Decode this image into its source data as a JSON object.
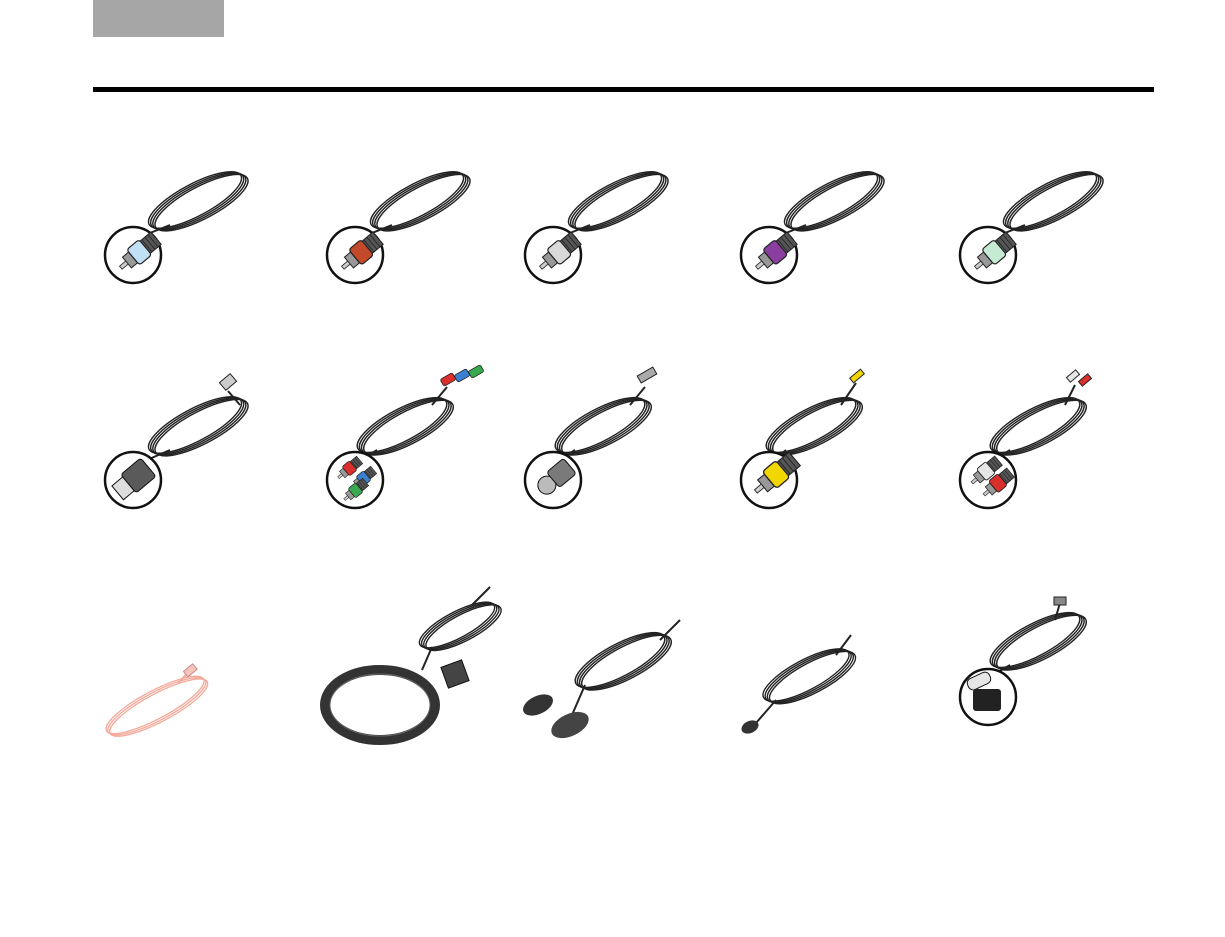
{
  "page": {
    "header_tab_color": "#a6a6a6",
    "rule_color": "#000000"
  },
  "cables": [
    {
      "id": "rca-light-blue",
      "type": "rca-single",
      "connector_colors": [
        "#bfe0f5"
      ]
    },
    {
      "id": "rca-red-brown",
      "type": "rca-single",
      "connector_colors": [
        "#c24a2a"
      ]
    },
    {
      "id": "rca-gray",
      "type": "rca-single",
      "connector_colors": [
        "#d9d9d9"
      ]
    },
    {
      "id": "rca-purple",
      "type": "rca-single",
      "connector_colors": [
        "#8a3fa0"
      ]
    },
    {
      "id": "rca-light-green",
      "type": "rca-single",
      "connector_colors": [
        "#c6ebd4"
      ]
    },
    {
      "id": "hdmi",
      "type": "hdmi",
      "connector_colors": [
        "#5a5a5a"
      ]
    },
    {
      "id": "component-video",
      "type": "rca-triple",
      "connector_colors": [
        "#d9302c",
        "#3a7fd0",
        "#39a84e"
      ]
    },
    {
      "id": "s-video",
      "type": "svideo",
      "connector_colors": [
        "#7a7a7a"
      ]
    },
    {
      "id": "composite-video",
      "type": "rca-single-large",
      "connector_colors": [
        "#f2d600"
      ]
    },
    {
      "id": "stereo-audio",
      "type": "rca-double",
      "connector_colors": [
        "#e6e6e6",
        "#d9302c"
      ]
    },
    {
      "id": "fm-antenna",
      "type": "fm-antenna",
      "connector_colors": [
        "#f4a99a"
      ]
    },
    {
      "id": "am-loop-antenna",
      "type": "loop-antenna",
      "connector_colors": [
        "#444444"
      ]
    },
    {
      "id": "adapt-iq-headset",
      "type": "headset",
      "connector_colors": [
        "#444444"
      ]
    },
    {
      "id": "ir-emitter",
      "type": "ir",
      "connector_colors": [
        "#444444"
      ]
    },
    {
      "id": "optical-cable",
      "type": "optical",
      "connector_colors": [
        "#e6e6e6"
      ]
    }
  ]
}
